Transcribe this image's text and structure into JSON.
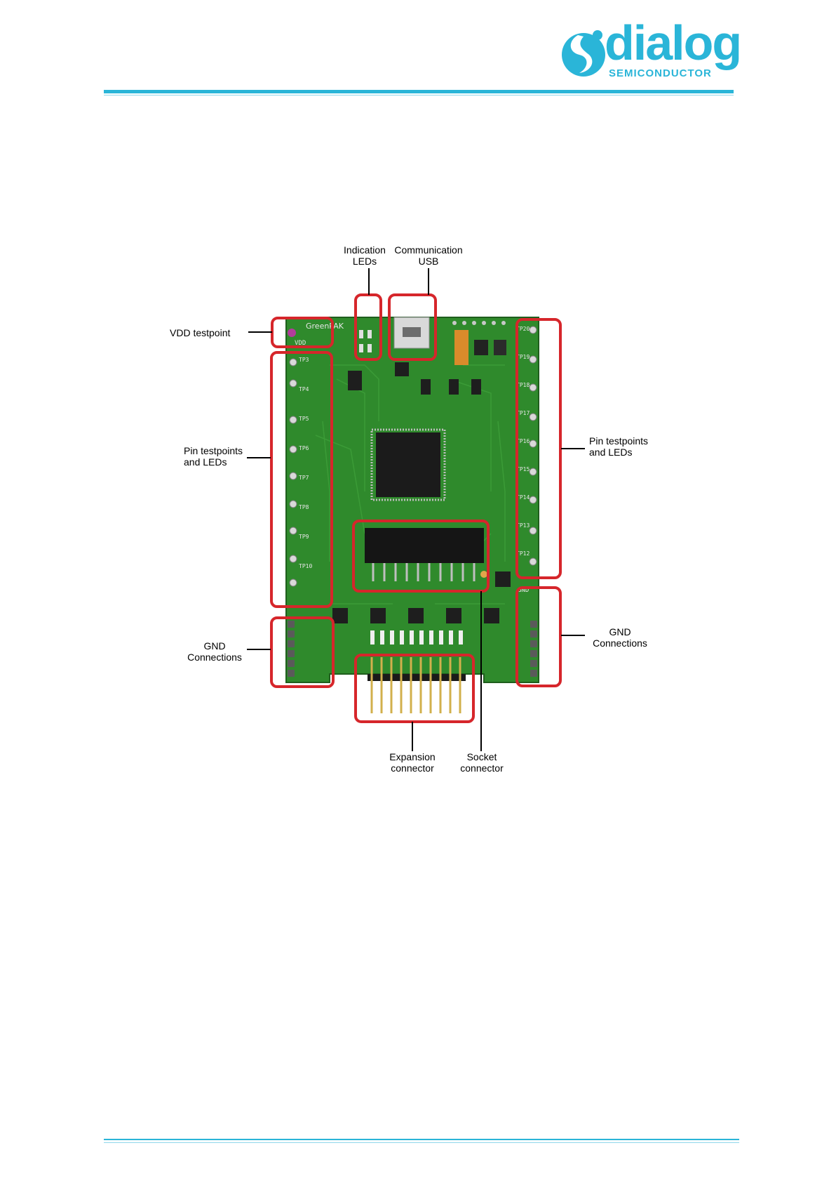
{
  "header": {
    "logo_word": "dialog",
    "logo_sub": "SEMICONDUCTOR",
    "brand_color": "#2ab5d8"
  },
  "figure": {
    "labels": {
      "indication_leds": [
        "Indication",
        "LEDs"
      ],
      "communication_usb": [
        "Communication",
        "USB"
      ],
      "vdd_testpoint": "VDD testpoint",
      "pin_testpoints_left": [
        "Pin testpoints",
        "and LEDs"
      ],
      "pin_testpoints_right": [
        "Pin testpoints",
        "and LEDs"
      ],
      "gnd_left": [
        "GND",
        "Connections"
      ],
      "gnd_right": [
        "GND",
        "Connections"
      ],
      "expansion": [
        "Expansion",
        "connector"
      ],
      "socket": [
        "Socket",
        "connector"
      ]
    },
    "board_silkscreen": {
      "brand": "GreenPAK",
      "vdd": "VDD",
      "gnd": "GND",
      "tp_left": [
        "TP3",
        "TP4",
        "TP5",
        "TP6",
        "TP7",
        "TP8",
        "TP9",
        "TP10"
      ],
      "tp_right": [
        "TP20",
        "TP19",
        "TP18",
        "TP17",
        "TP16",
        "TP15",
        "TP14",
        "TP13",
        "TP12"
      ]
    },
    "highlight_color": "#d6262b",
    "pcb_color": "#2f8a2c"
  }
}
